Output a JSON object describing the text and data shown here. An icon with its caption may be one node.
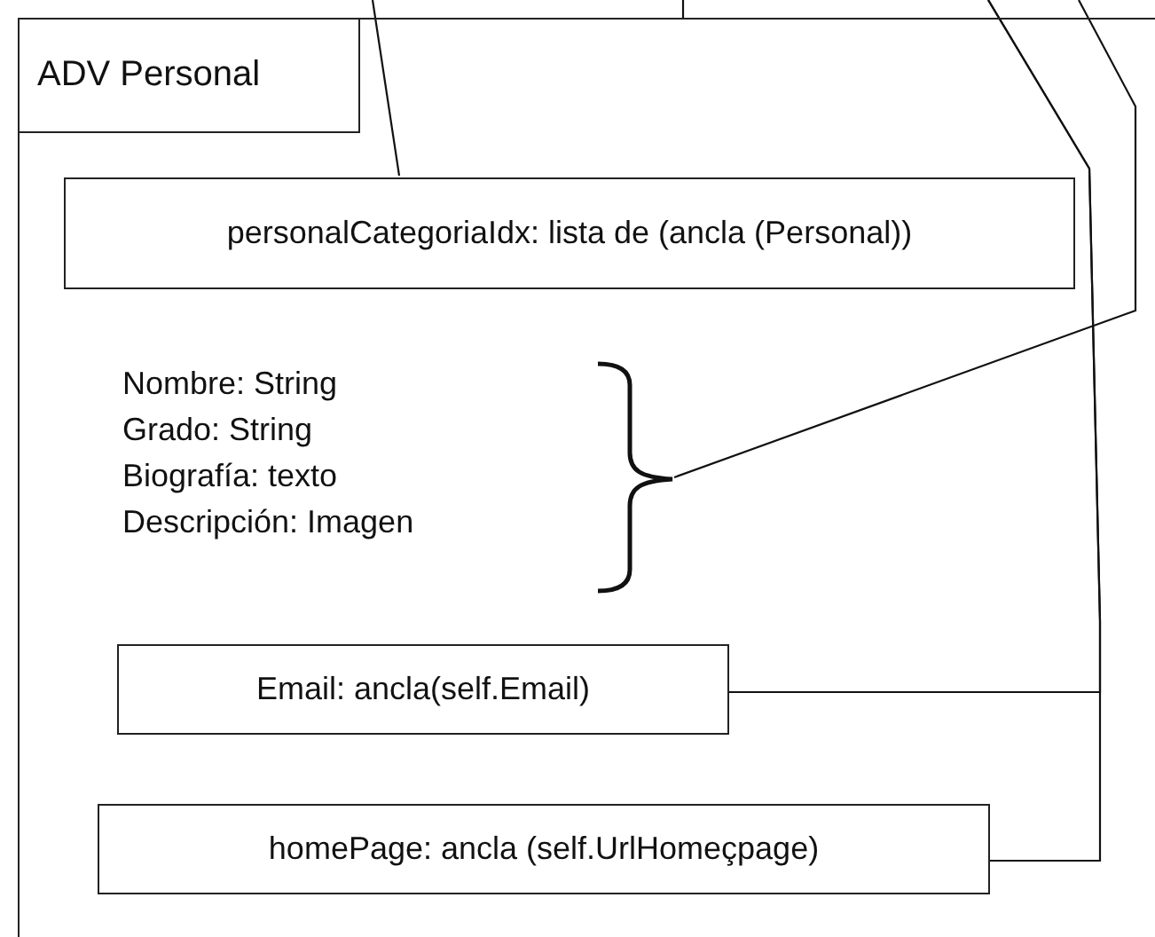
{
  "diagram": {
    "nodes": [
      {
        "text": [
          "ADV Personal"
        ]
      },
      {
        "text": [
          "personalCategoriaIdx: lista de (ancla (Personal))"
        ],
        "in": 0
      },
      {
        "text": [
          "Nombre: String",
          "Grado: String",
          "Biografía: texto",
          "Descripción: Imagen"
        ],
        "in": 0
      },
      {
        "text": [
          "Email: ancla(self.Email)"
        ],
        "in": 0
      },
      {
        "text": [
          "homePage: ancla (self.UrlHomeçpage)"
        ],
        "in": 0
      }
    ],
    "edges": [
      {
        "from": null,
        "to": 1,
        "arrow": "none"
      },
      {
        "from": null,
        "to": 0,
        "arrow": "none"
      },
      {
        "from": null,
        "to": 3,
        "arrow": "none"
      },
      {
        "from": null,
        "to": 4,
        "arrow": "none"
      },
      {
        "from": null,
        "to": 2,
        "arrow": "none"
      }
    ]
  }
}
